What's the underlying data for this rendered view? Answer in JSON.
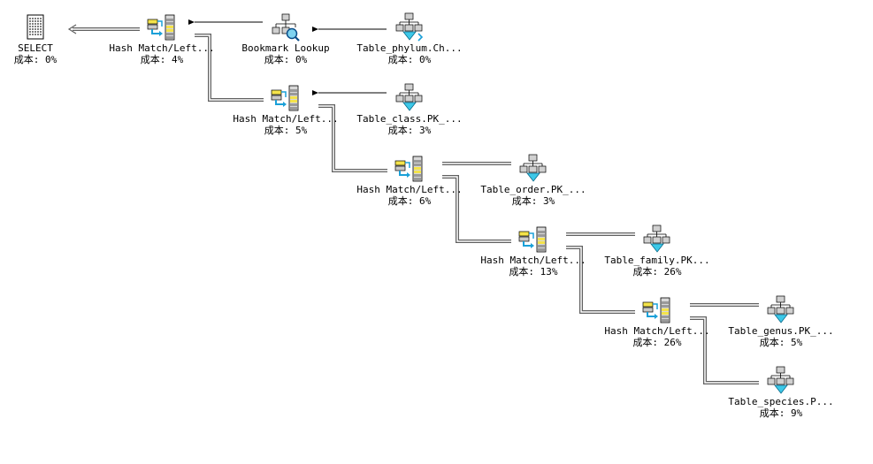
{
  "plan": {
    "nodes": [
      {
        "id": "select",
        "label": "SELECT",
        "cost": "成本: 0%",
        "icon": "select-result-icon"
      },
      {
        "id": "hash1",
        "label": "Hash Match/Left...",
        "cost": "成本: 4%",
        "icon": "hash-match-icon"
      },
      {
        "id": "bookmark",
        "label": "Bookmark Lookup",
        "cost": "成本: 0%",
        "icon": "bookmark-lookup-icon"
      },
      {
        "id": "phylum",
        "label": "Table_phylum.Ch...",
        "cost": "成本: 0%",
        "icon": "index-seek-icon"
      },
      {
        "id": "hash2",
        "label": "Hash Match/Left...",
        "cost": "成本: 5%",
        "icon": "hash-match-icon"
      },
      {
        "id": "class",
        "label": "Table_class.PK_...",
        "cost": "成本: 3%",
        "icon": "index-scan-icon"
      },
      {
        "id": "hash3",
        "label": "Hash Match/Left...",
        "cost": "成本: 6%",
        "icon": "hash-match-icon"
      },
      {
        "id": "order",
        "label": "Table_order.PK_...",
        "cost": "成本: 3%",
        "icon": "index-scan-icon"
      },
      {
        "id": "hash4",
        "label": "Hash Match/Left...",
        "cost": "成本: 13%",
        "icon": "hash-match-icon"
      },
      {
        "id": "family",
        "label": "Table_family.PK...",
        "cost": "成本: 26%",
        "icon": "index-scan-icon"
      },
      {
        "id": "hash5",
        "label": "Hash Match/Left...",
        "cost": "成本: 26%",
        "icon": "hash-match-icon"
      },
      {
        "id": "genus",
        "label": "Table_genus.PK_...",
        "cost": "成本: 5%",
        "icon": "index-scan-icon"
      },
      {
        "id": "species",
        "label": "Table_species.P...",
        "cost": "成本: 9%",
        "icon": "index-scan-icon"
      }
    ]
  }
}
